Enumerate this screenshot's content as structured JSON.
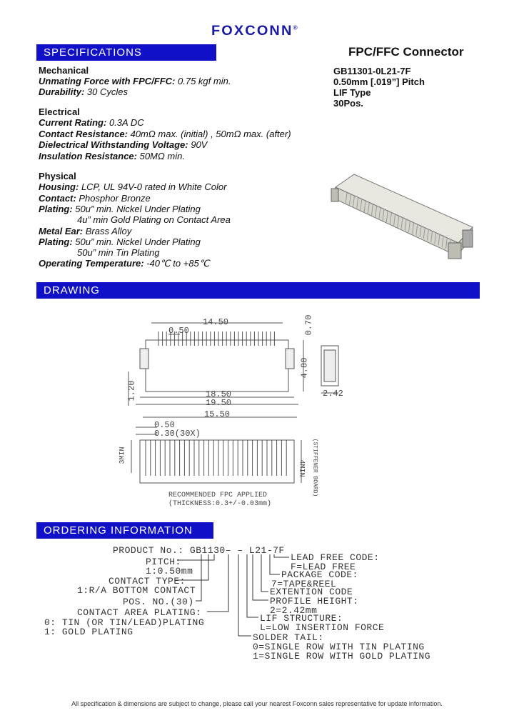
{
  "header": {
    "logo": "FOXCONN",
    "logo_mark": "®"
  },
  "product": {
    "title": "FPC/FFC Connector",
    "part_number": "GB11301-0L21-7F",
    "pitch": "0.50mm [.019”] Pitch",
    "type": "LIF Type",
    "positions": "30Pos."
  },
  "sections": {
    "specifications": "SPECIFICATIONS",
    "drawing": "DRAWING",
    "ordering": "ORDERING  INFORMATION"
  },
  "mechanical": {
    "heading": "Mechanical",
    "unmating_label": "Unmating Force with FPC/FFC:",
    "unmating_value": " 0.75 kgf min.",
    "durability_label": "Durability:",
    "durability_value": " 30 Cycles"
  },
  "electrical": {
    "heading": "Electrical",
    "rating_label": "Current Rating:",
    "rating_value": " 0.3A DC",
    "contact_res_label": "Contact Resistance:",
    "contact_res_value": " 40mΩ max. (initial) , 50mΩ max. (after)",
    "dielectric_label": "Dielectrical Withstanding Voltage:",
    "dielectric_value": " 90V",
    "insulation_label": "Insulation Resistance:",
    "insulation_value": " 50MΩ min."
  },
  "physical": {
    "heading": "Physical",
    "housing_label": "Housing:",
    "housing_value": " LCP, UL 94V-0 rated in White Color",
    "contact_label": "Contact:",
    "contact_value": " Phosphor Bronze",
    "plating1_label": "Plating:",
    "plating1_value": " 50u” min. Nickel Under Plating",
    "plating1_value2": "4u” min Gold Plating on Contact Area",
    "metal_ear_label": "Metal Ear:",
    "metal_ear_value": " Brass Alloy",
    "plating2_label": "Plating:",
    "plating2_value": " 50u” min. Nickel Under Plating",
    "plating2_value2": "50u” min Tin Plating",
    "temp_label": "Operating Temperature:",
    "temp_value": " -40℃   to +85℃"
  },
  "drawing": {
    "dims_top": [
      "14.50",
      "0.50",
      "0.70"
    ],
    "dim_height": "4.80",
    "dim_left": "1.20",
    "dims_bottom": [
      "18.50",
      "19.50"
    ],
    "dim_side": "2.42",
    "fpc_dims": [
      "15.50",
      "0.50",
      "0.30(30X)"
    ],
    "fpc_left": "3MIN",
    "fpc_right1": "4MIN",
    "fpc_right2": "(STIFFENER BOARD)",
    "fpc_note1": "RECOMMENDED FPC APPLIED",
    "fpc_note2": "(THICKNESS:0.3+/-0.03mm)"
  },
  "ordering": {
    "product_no": "PRODUCT No.: GB1130– – L21-7F",
    "pitch_label": "PITCH:",
    "pitch_value": "1:0.50mm",
    "contact_type_label": "CONTACT TYPE:",
    "contact_type_value": "1:R/A BOTTOM CONTACT",
    "pos_label": "POS. NO.(30)",
    "plating_label": "CONTACT AREA PLATING:",
    "plating_opt0": "0:  TIN (OR TIN/LEAD)PLATING",
    "plating_opt1": "1:  GOLD PLATING",
    "lead_free_label": "LEAD FREE CODE:",
    "lead_free_value": "F=LEAD FREE",
    "package_label": "PACKAGE CODE:",
    "package_value": "7=TAPE&REEL",
    "extention_label": "EXTENTION CODE",
    "profile_label": "PROFILE HEIGHT:",
    "profile_value": "2=2.42mm",
    "lif_label": "LIF STRUCTURE:",
    "lif_value": "L=LOW INSERTION FORCE",
    "solder_label": "SOLDER TAIL:",
    "solder_opt0": "0=SINGLE ROW WITH TIN PLATING",
    "solder_opt1": "1=SINGLE ROW WITH GOLD PLATING"
  },
  "footer": "All specification & dimensions are subject to change, please call your nearest Foxconn sales representative for update information.",
  "colors": {
    "section_bar": "#1010c8",
    "logo": "#1a1aa8"
  }
}
